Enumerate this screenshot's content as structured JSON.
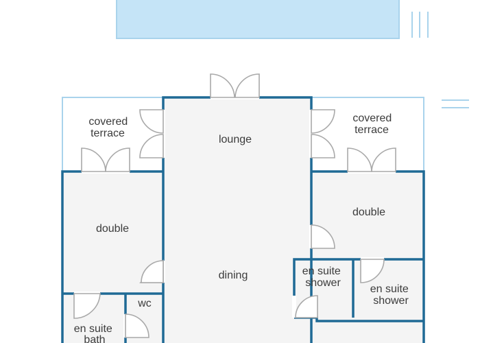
{
  "labels": {
    "covered_terrace_left": [
      "covered",
      "terrace"
    ],
    "covered_terrace_right": [
      "covered",
      "terrace"
    ],
    "lounge": "lounge",
    "double_left": "double",
    "double_right": "double",
    "dining": "dining",
    "en_suite_shower_center": [
      "en suite",
      "shower"
    ],
    "en_suite_shower_right": [
      "en suite",
      "shower"
    ],
    "wc": "wc",
    "en_suite_bath": [
      "en suite",
      "bath"
    ]
  },
  "colors": {
    "wall": "#1f6a95",
    "wall_light": "#a9d3ec",
    "pool": "#c5e4f7",
    "floor_inside": "#f4f4f4",
    "floor_terrace": "#ffffff",
    "door": "#a9a9a9",
    "text": "#3b3b3b"
  }
}
